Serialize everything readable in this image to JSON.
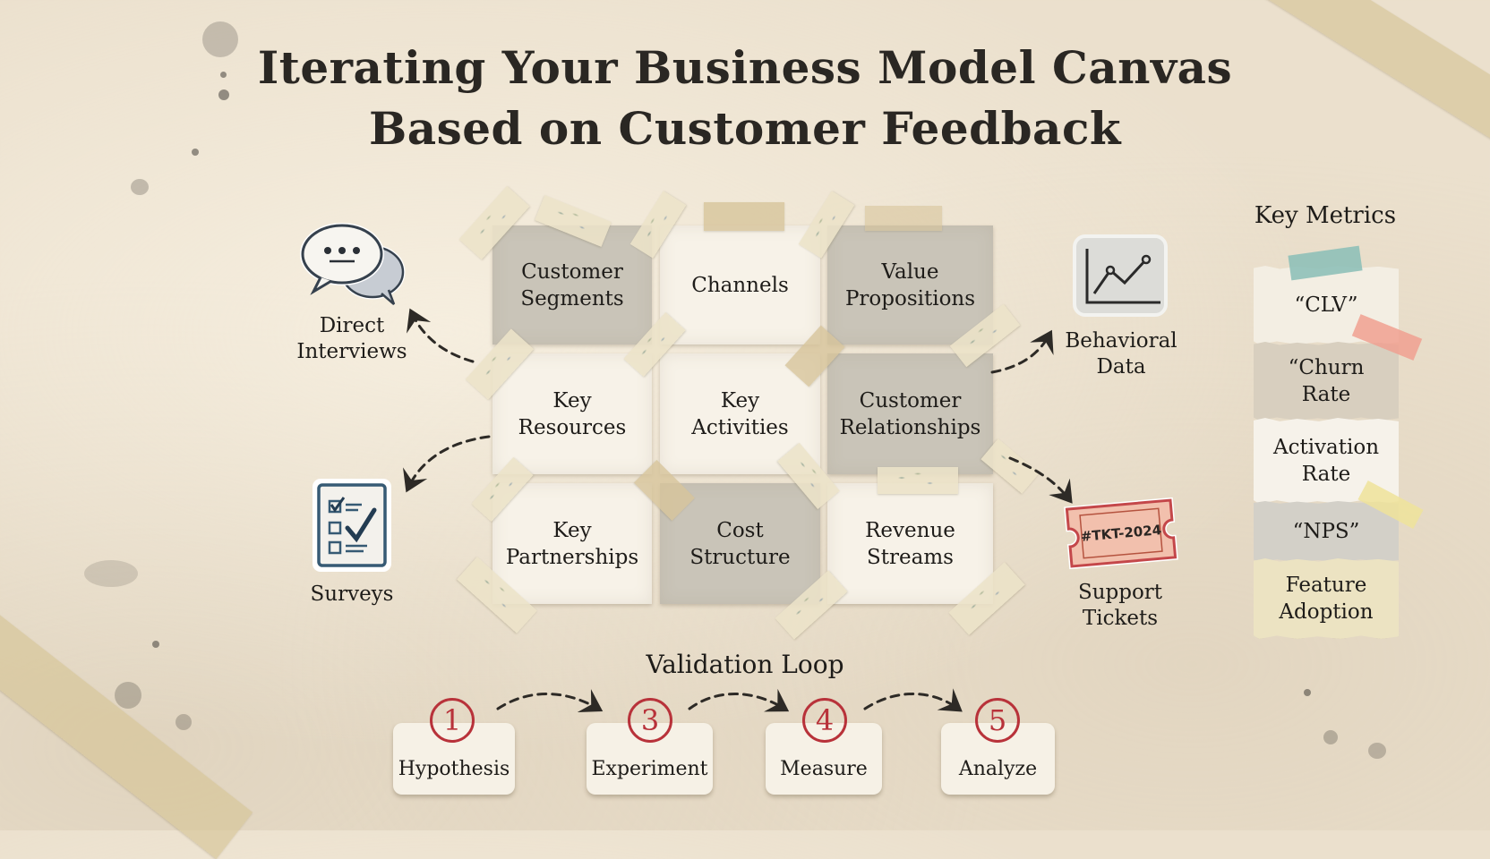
{
  "title": {
    "line1": "Iterating Your Business Model Canvas",
    "line2": "Based on Customer Feedback"
  },
  "canvas": {
    "cells": [
      {
        "label": "Customer\nSegments",
        "tone": "gray"
      },
      {
        "label": "Channels",
        "tone": "light"
      },
      {
        "label": "Value\nPropositions",
        "tone": "gray"
      },
      {
        "label": "Key\nResources",
        "tone": "light"
      },
      {
        "label": "Key\nActivities",
        "tone": "light"
      },
      {
        "label": "Customer\nRelationships",
        "tone": "gray"
      },
      {
        "label": "Key\nPartnerships",
        "tone": "light"
      },
      {
        "label": "Cost\nStructure",
        "tone": "gray"
      },
      {
        "label": "Revenue\nStreams",
        "tone": "light"
      }
    ]
  },
  "feedback_sources": {
    "direct_interviews": {
      "label": "Direct\nInterviews",
      "icon": "speech-bubbles-icon"
    },
    "behavioral_data": {
      "label": "Behavioral\nData",
      "icon": "line-chart-icon"
    },
    "surveys": {
      "label": "Surveys",
      "icon": "checklist-icon"
    },
    "support_tickets": {
      "label": "Support\nTickets",
      "icon": "ticket-icon",
      "ticket_text": "#TKT-2024"
    }
  },
  "key_metrics": {
    "title": "Key Metrics",
    "items": [
      {
        "label": "“CLV”",
        "color": "#f3eee3"
      },
      {
        "label": "“Churn\nRate",
        "color": "#d8cfbf"
      },
      {
        "label": "Activation\nRate",
        "color": "#f6f2ea"
      },
      {
        "label": "“NPS”",
        "color": "#d3d0c8"
      },
      {
        "label": "Feature\nAdoption",
        "color": "#ece3c2"
      }
    ],
    "tape_colors": [
      "#8fc0b8",
      "#f0a090",
      "#efe39a"
    ]
  },
  "validation_loop": {
    "title": "Validation Loop",
    "steps": [
      {
        "number": "1",
        "label": "Hypothesis"
      },
      {
        "number": "3",
        "label": "Experiment"
      },
      {
        "number": "4",
        "label": "Measure"
      },
      {
        "number": "5",
        "label": "Analyze"
      }
    ]
  },
  "colors": {
    "background": "#ebe0cd",
    "ink": "#1e1c19",
    "step_red": "#b8323a",
    "ticket_fill": "#f2c0ad",
    "ticket_border": "#c4474a"
  }
}
